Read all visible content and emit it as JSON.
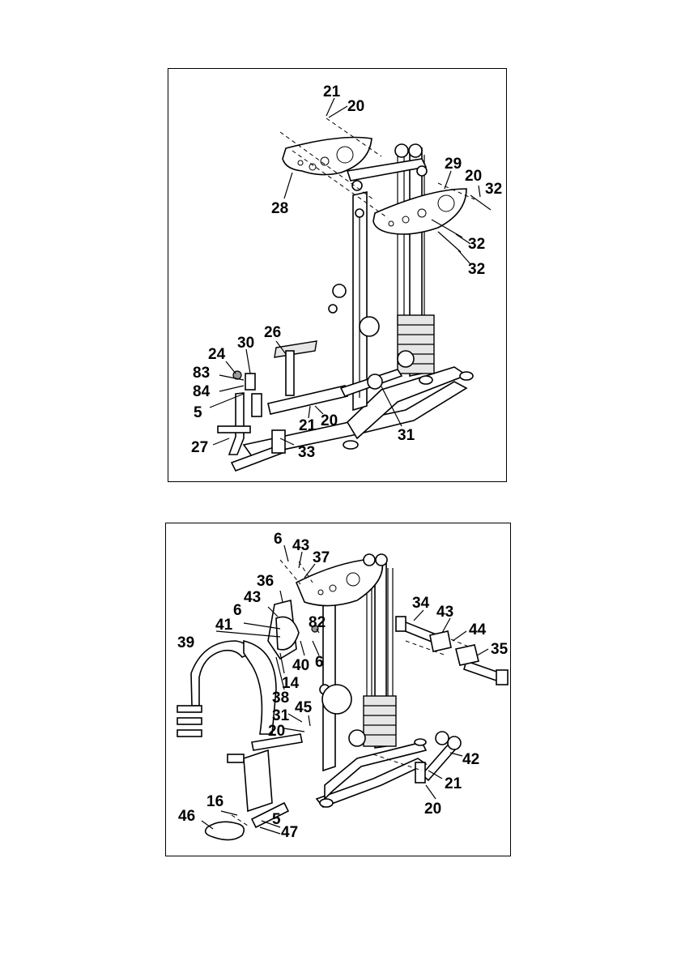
{
  "top_diagram": {
    "callouts": [
      {
        "id": "t21a",
        "text": "21"
      },
      {
        "id": "t20a",
        "text": "20"
      },
      {
        "id": "t28",
        "text": "28"
      },
      {
        "id": "t29",
        "text": "29"
      },
      {
        "id": "t20b",
        "text": "20"
      },
      {
        "id": "t32a",
        "text": "32"
      },
      {
        "id": "t32b",
        "text": "32"
      },
      {
        "id": "t32c",
        "text": "32"
      },
      {
        "id": "t26",
        "text": "26"
      },
      {
        "id": "t30",
        "text": "30"
      },
      {
        "id": "t24",
        "text": "24"
      },
      {
        "id": "t83",
        "text": "83"
      },
      {
        "id": "t84",
        "text": "84"
      },
      {
        "id": "t5",
        "text": "5"
      },
      {
        "id": "t21b",
        "text": "21"
      },
      {
        "id": "t20c",
        "text": "20"
      },
      {
        "id": "t31",
        "text": "31"
      },
      {
        "id": "t27",
        "text": "27"
      },
      {
        "id": "t33",
        "text": "33"
      }
    ]
  },
  "bottom_diagram": {
    "callouts": [
      {
        "id": "b6a",
        "text": "6"
      },
      {
        "id": "b43a",
        "text": "43"
      },
      {
        "id": "b37",
        "text": "37"
      },
      {
        "id": "b36",
        "text": "36"
      },
      {
        "id": "b43b",
        "text": "43"
      },
      {
        "id": "b6b",
        "text": "6"
      },
      {
        "id": "b41",
        "text": "41"
      },
      {
        "id": "b82",
        "text": "82"
      },
      {
        "id": "b39",
        "text": "39"
      },
      {
        "id": "b40",
        "text": "40"
      },
      {
        "id": "b6c",
        "text": "6"
      },
      {
        "id": "b14",
        "text": "14"
      },
      {
        "id": "b38",
        "text": "38"
      },
      {
        "id": "b31",
        "text": "31"
      },
      {
        "id": "b45",
        "text": "45"
      },
      {
        "id": "b20a",
        "text": "20"
      },
      {
        "id": "b34",
        "text": "34"
      },
      {
        "id": "b43c",
        "text": "43"
      },
      {
        "id": "b44",
        "text": "44"
      },
      {
        "id": "b35",
        "text": "35"
      },
      {
        "id": "b42",
        "text": "42"
      },
      {
        "id": "b21",
        "text": "21"
      },
      {
        "id": "b20b",
        "text": "20"
      },
      {
        "id": "b16",
        "text": "16"
      },
      {
        "id": "b46",
        "text": "46"
      },
      {
        "id": "b5",
        "text": "5"
      },
      {
        "id": "b47",
        "text": "47"
      }
    ]
  }
}
